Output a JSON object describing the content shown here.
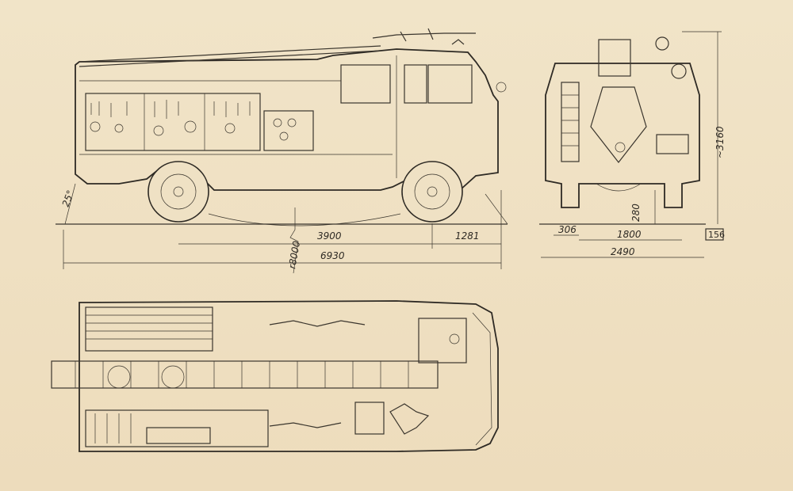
{
  "drawing": {
    "labels": {
      "angle_rear": "25°",
      "radius": "r8000",
      "wheelbase": "3900",
      "front_overhang": "1281",
      "overall_length": "6930",
      "rear_offset": "306",
      "track": "1800",
      "overall_width": "2490",
      "height": "~3160",
      "ground_clearance": "280",
      "page_number": "156"
    },
    "colors": {
      "paper": "#efe1c4",
      "ink": "#2e2a24"
    }
  }
}
